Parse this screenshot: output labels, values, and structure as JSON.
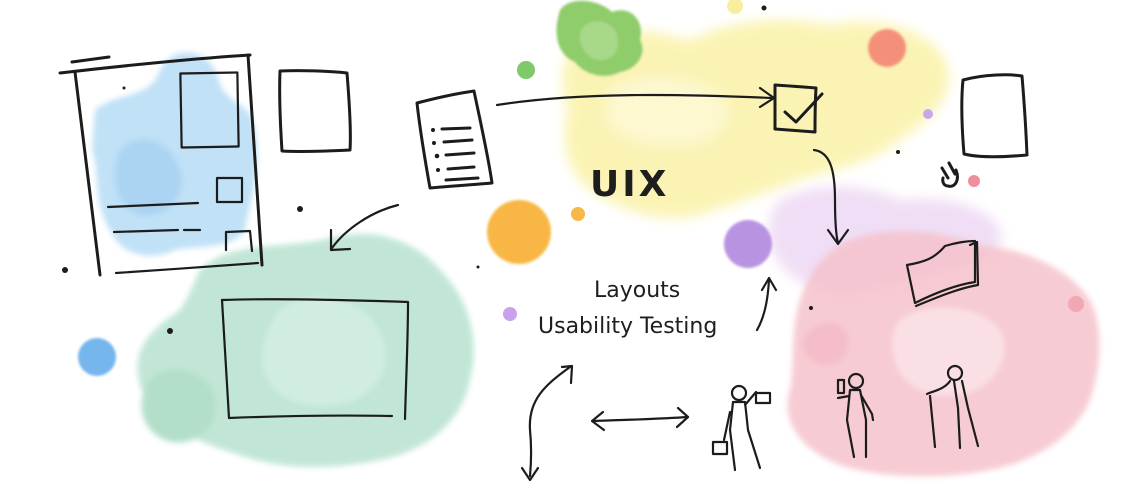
{
  "illustration": {
    "title": "UIX",
    "labels": {
      "layouts": "Layouts",
      "usability_testing": "Usability Testing"
    },
    "colors": {
      "blue_wash": "#a9d4f2",
      "green_wash": "#a8d9c3",
      "yellow_wash": "#f8efa0",
      "pink_wash": "#f4b9c4",
      "lavender_wash": "#e6cdf0",
      "leaf_green": "#8fcf6b",
      "orange_dot": "#f7b33f",
      "coral_dot": "#f48a6e",
      "purple_dot": "#b48fe0",
      "blue_dot": "#6fb3ea",
      "ink": "#1c1c1c"
    },
    "elements": [
      "wireframe-page",
      "blank-card",
      "document-list",
      "checkbox-checked",
      "blank-frame",
      "layout-rectangle",
      "open-book",
      "person-with-briefcase",
      "person-with-phone",
      "person-with-cane"
    ]
  }
}
